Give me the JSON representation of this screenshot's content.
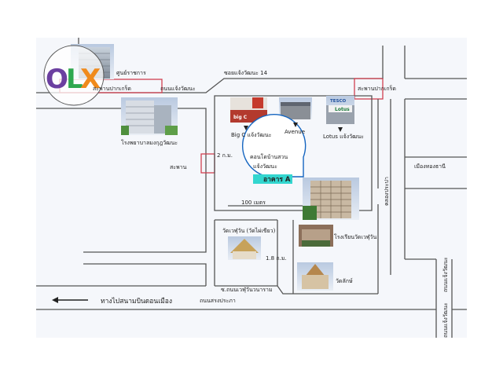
{
  "logo": {
    "text": "OLX",
    "colors": {
      "o": "#6b3fa0",
      "l": "#2fa84f",
      "x": "#f08a1c"
    }
  },
  "labels": {
    "gov_center": "ศูนย์ราชการ",
    "chaeng_road": "ถนนแจ้งวัฒนะ",
    "soi14": "ซอยแจ้งวัฒนะ 14",
    "pak_kret_bridge_left": "สะพานปากเกร็ด",
    "pak_kret_bridge_right": "สะพานปากเกร็ด",
    "hospital": "โรงพยาบาลมงกุฎวัฒนะ",
    "dist_2km": "2 ก.ม.",
    "bridge": "สะพาน",
    "bigc": "Big C แจ้งวัฒนะ",
    "avenue": "Avenue",
    "lotus": "Lotus แจ้งวัฒนะ",
    "condo_line1": "คอนโดบ้านสวน",
    "condo_line2": "แจ้งวัฒนะ",
    "building_a": "อาคาร A",
    "dist_100m": "100 เมตร",
    "canal": "คลองประปา",
    "muang_thong": "เมืองทองธานี",
    "wat_temple": "วัดเวฬุวัน (วัดไผ่เขียว)",
    "dist_18km": "1.8 ก.ม.",
    "school": "โรงเรียนวัดเวฬุวัน",
    "wat_bottom": "วัดลักษ์",
    "soi_bottom": "ซ.ถนนเวฬุวันวนาราม",
    "to_airport": "ทางไปสนามบินดอนเมือง",
    "songprapa": "ถนนสรงประภา",
    "right_vertical": "ถนนแจ้งวัฒนะ",
    "right_vertical2": "ถนนแจ้งวัฒนะ"
  },
  "photo_texts": {
    "tesco": "TESCO",
    "lotus": "Lotus",
    "bigc": "big C"
  },
  "colors": {
    "route_red": "#d04050",
    "road": "#555555",
    "building_a_fill": "#33d6cf",
    "condo_circle": "#1565c0"
  }
}
